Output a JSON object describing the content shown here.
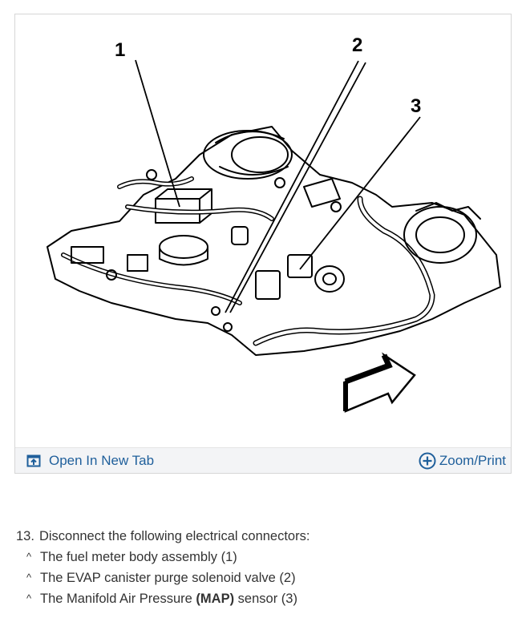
{
  "figure": {
    "callouts": [
      "1",
      "2",
      "3"
    ],
    "toolbar": {
      "open_tab_label": "Open In New Tab",
      "open_tab_icon": "open-in-new-tab-icon",
      "zoom_label": "Zoom/Print",
      "zoom_icon": "zoom-plus-circle-icon"
    },
    "link_color": "#1f5f9b",
    "toolbar_bg": "#f3f4f6"
  },
  "instructions": {
    "step_number": "13.",
    "step_text": "Disconnect the following electrical connectors:",
    "items": [
      {
        "text": "The fuel meter body assembly (1)"
      },
      {
        "text": "The EVAP canister purge solenoid valve (2)"
      },
      {
        "prefix": "The Manifold Air Pressure ",
        "abbr": "(MAP)",
        "suffix": " sensor (3)"
      }
    ],
    "bullet": "^"
  }
}
